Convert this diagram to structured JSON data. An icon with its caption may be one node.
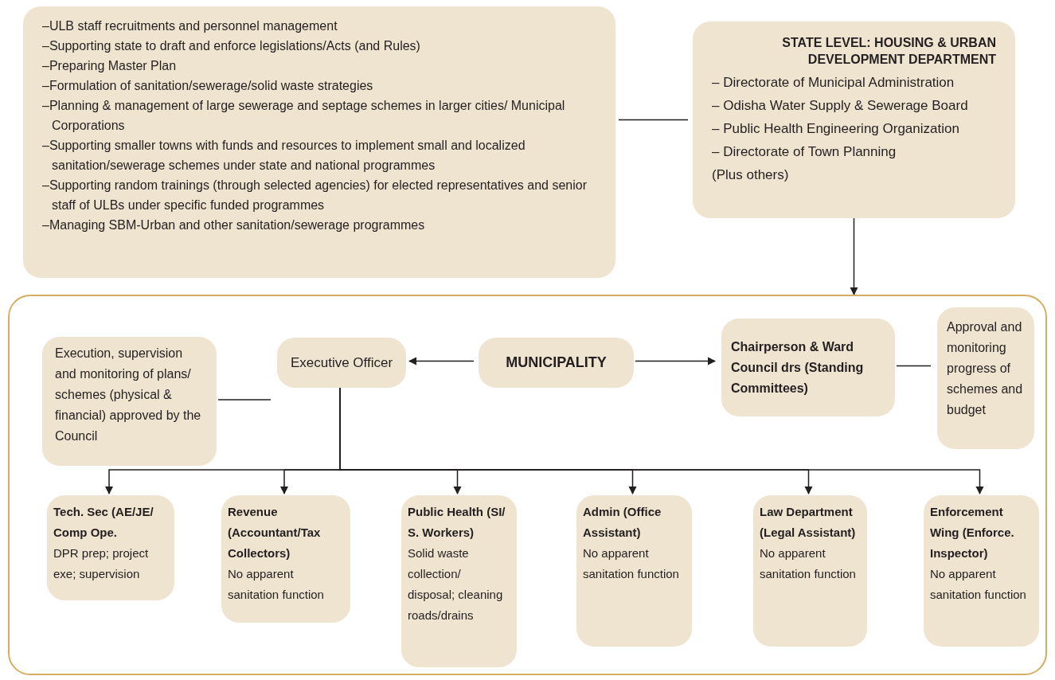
{
  "diagram": {
    "nodes": [
      {
        "text": [
          "–ULB staff recruitments and personnel management",
          "–Supporting state to draft and enforce legislations/Acts (and Rules)",
          "–Preparing Master Plan",
          "–Formulation of sanitation/sewerage/solid waste strategies",
          "–Planning & management of large sewerage and septage schemes in larger cities/ Municipal Corporations",
          "–Supporting smaller towns with funds and resources to implement small and localized sanitation/sewerage schemes under state and national programmes",
          "–Supporting random trainings (through selected agencies) for elected representatives and senior staff of ULBs under specific funded programmes",
          "–Managing SBM-Urban and other sanitation/sewerage programmes"
        ]
      },
      {
        "text": [
          "STATE LEVEL: HOUSING & URBAN DEVELOPMENT DEPARTMENT",
          "– Directorate of Municipal Administration",
          "– Odisha Water Supply & Sewerage Board",
          "– Public Health Engineering Organization",
          "– Directorate of Town Planning",
          "(Plus others)"
        ]
      },
      {
        "text": [],
        "shape": "box"
      },
      {
        "text": [
          "Execution, supervision and monitoring of plans/ schemes (physical & financial) approved by the Council"
        ],
        "in": 2
      },
      {
        "text": [
          "Executive Officer"
        ],
        "in": 2
      },
      {
        "text": [
          "MUNICIPALITY"
        ],
        "in": 2
      },
      {
        "text": [
          "Chairperson & Ward Council drs (Standing Committees)"
        ],
        "in": 2
      },
      {
        "text": [
          "Approval and monitoring progress of schemes and budget"
        ],
        "in": 2
      },
      {
        "text": [
          "Tech. Sec (AE/JE/ Comp Ope.",
          "DPR prep; project exe; supervision"
        ],
        "in": 2
      },
      {
        "text": [
          "Revenue (Accountant/Tax Collectors)",
          "No apparent sanitation function"
        ],
        "in": 2
      },
      {
        "text": [
          "Public Health (SI/ S. Workers)",
          "Solid waste collection/ disposal; cleaning roads/drains"
        ],
        "in": 2
      },
      {
        "text": [
          "Admin (Office Assistant)",
          "No apparent sanitation function"
        ],
        "in": 2
      },
      {
        "text": [
          "Law Department (Legal Assistant)",
          "No apparent sanitation function"
        ],
        "in": 2
      },
      {
        "text": [
          "Enforcement Wing (Enforce. Inspector)",
          "No apparent sanitation function"
        ],
        "in": 2
      }
    ],
    "edges": [
      {
        "from": 0,
        "to": 1,
        "arrow": "none"
      },
      {
        "from": 1,
        "to": 2,
        "arrow": "to"
      },
      {
        "from": 5,
        "to": 4,
        "arrow": "to"
      },
      {
        "from": 5,
        "to": 6,
        "arrow": "to"
      },
      {
        "from": 3,
        "to": 4,
        "arrow": "none"
      },
      {
        "from": 6,
        "to": 7,
        "arrow": "none"
      },
      {
        "from": 4,
        "to": 8,
        "arrow": "to"
      },
      {
        "from": 4,
        "to": 9,
        "arrow": "to"
      },
      {
        "from": 4,
        "to": 10,
        "arrow": "to"
      },
      {
        "from": 4,
        "to": 11,
        "arrow": "to"
      },
      {
        "from": 4,
        "to": 12,
        "arrow": "to"
      },
      {
        "from": 4,
        "to": 13,
        "arrow": "to"
      }
    ]
  }
}
